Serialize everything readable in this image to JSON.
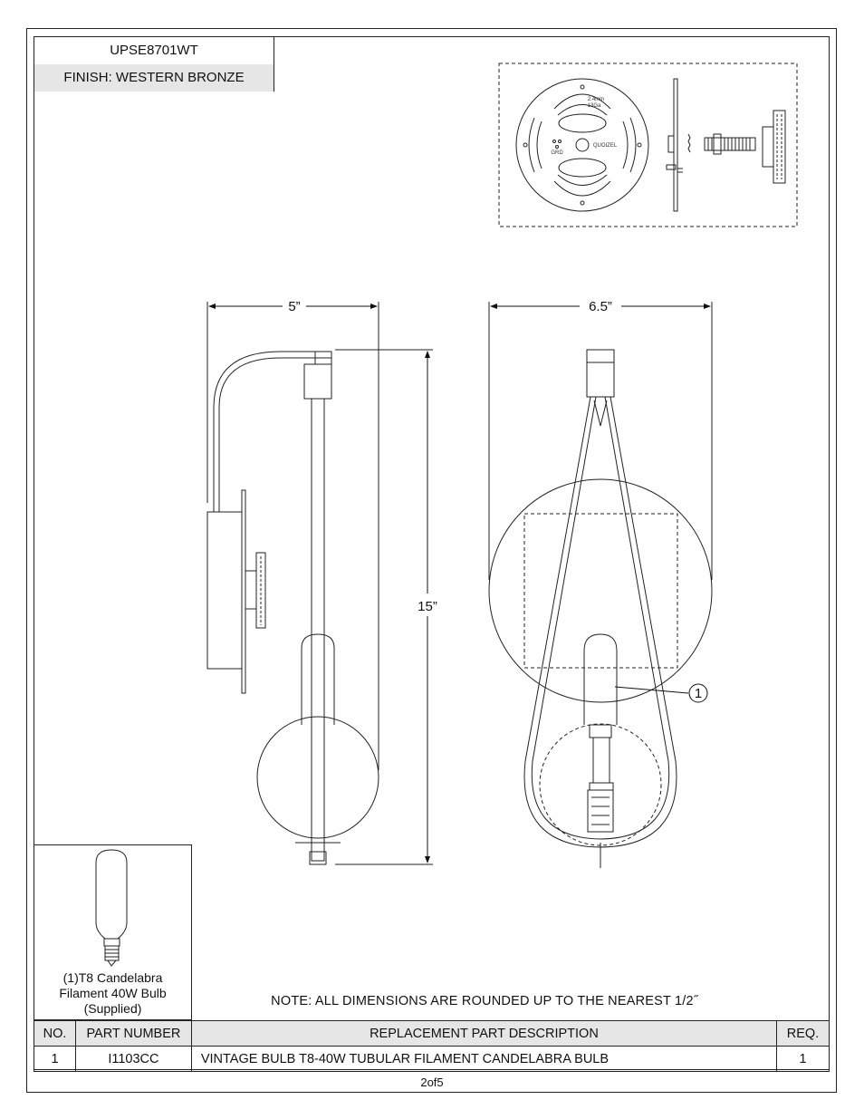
{
  "header": {
    "model": "UPSE8701WT",
    "finish": "FINISH: WESTERN BRONZE"
  },
  "mounting_plate": {
    "thickness_label_1": "2.4mm",
    "thickness_label_2": "13Ga",
    "brand_label": "QUOIZEL",
    "ground_label": "GRD"
  },
  "dimensions": {
    "side_width": "5”",
    "front_width": "6.5”",
    "height": "15”"
  },
  "callout": {
    "number": "1"
  },
  "bulb": {
    "caption_line1": "(1)T8 Candelabra",
    "caption_line2": "Filament 40W Bulb",
    "caption_line3": "(Supplied)"
  },
  "note": "NOTE:  ALL DIMENSIONS ARE ROUNDED UP TO THE NEAREST  1/2˝",
  "parts_table": {
    "headers": [
      "NO.",
      "PART NUMBER",
      "REPLACEMENT PART DESCRIPTION",
      "REQ."
    ],
    "rows": [
      [
        "1",
        "I1103CC",
        "VINTAGE BULB T8-40W TUBULAR FILAMENT CANDELABRA BULB",
        "1"
      ]
    ]
  },
  "footer": {
    "page": "2of5"
  }
}
